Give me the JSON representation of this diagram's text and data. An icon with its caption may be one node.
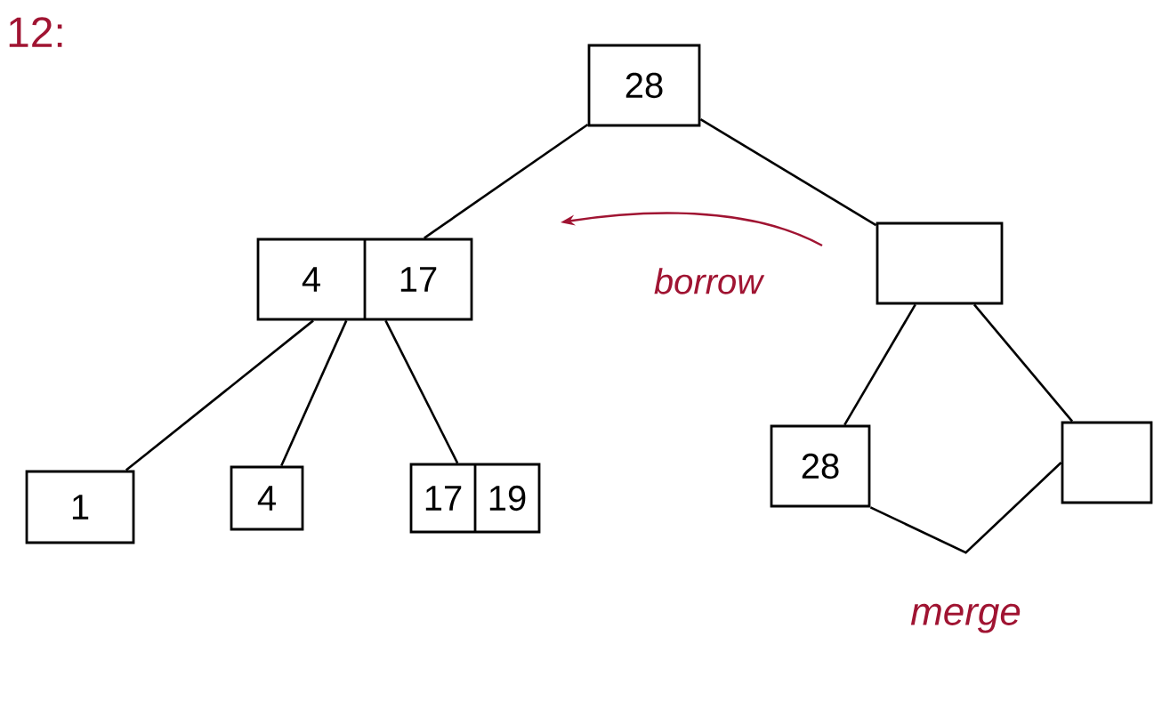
{
  "diagram": {
    "nodes": [
      {
        "text": [
          "28"
        ]
      },
      {
        "text": [
          "4",
          "17"
        ]
      },
      {
        "text": [],
        "shape": "box"
      },
      {
        "text": [
          "1"
        ]
      },
      {
        "text": [
          "4"
        ]
      },
      {
        "text": [
          "17",
          "19"
        ]
      },
      {
        "text": [
          "28"
        ]
      },
      {
        "text": [],
        "shape": "box"
      }
    ],
    "edges": [
      {
        "from": 0,
        "to": 1,
        "arrow": "none"
      },
      {
        "from": 0,
        "to": 2,
        "arrow": "none"
      },
      {
        "from": 1,
        "to": 3,
        "arrow": "none"
      },
      {
        "from": 1,
        "to": 4,
        "arrow": "none"
      },
      {
        "from": 1,
        "to": 5,
        "arrow": "none"
      },
      {
        "from": 2,
        "to": 6,
        "arrow": "none"
      },
      {
        "from": 2,
        "to": 7,
        "arrow": "none"
      },
      {
        "from": 6,
        "to": 7,
        "arrow": "none",
        "label": "merge"
      }
    ],
    "labels": [
      "12:",
      "borrow"
    ]
  }
}
